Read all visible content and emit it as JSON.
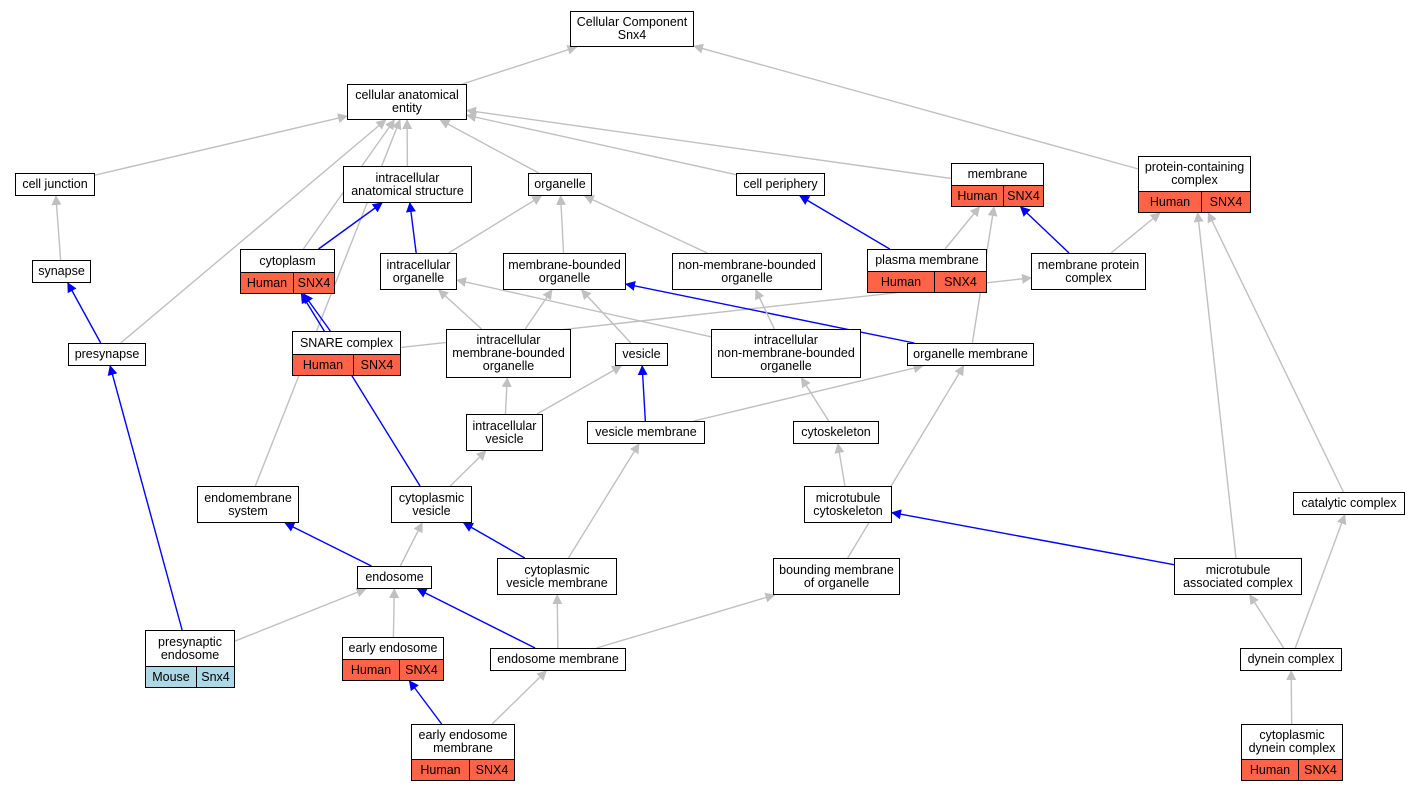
{
  "colors": {
    "human": "#ff6347",
    "mouse": "#add8e6",
    "edge_gray": "#c0c0c0",
    "edge_blue": "#0000ff"
  },
  "nodes": {
    "cc_root": {
      "lines": [
        "Cellular Component",
        "Snx4"
      ]
    },
    "cae": {
      "lines": [
        "cellular anatomical",
        "entity"
      ]
    },
    "cell_junction": {
      "lines": [
        "cell junction"
      ]
    },
    "ias": {
      "lines": [
        "intracellular",
        "anatomical structure"
      ]
    },
    "organelle": {
      "lines": [
        "organelle"
      ]
    },
    "cell_periphery": {
      "lines": [
        "cell periphery"
      ]
    },
    "membrane": {
      "lines": [
        "membrane"
      ],
      "anno": {
        "species": "Human",
        "gene": "SNX4"
      }
    },
    "pcc": {
      "lines": [
        "protein-containing",
        "complex"
      ],
      "anno": {
        "species": "Human",
        "gene": "SNX4"
      }
    },
    "synapse": {
      "lines": [
        "synapse"
      ]
    },
    "cytoplasm": {
      "lines": [
        "cytoplasm"
      ],
      "anno": {
        "species": "Human",
        "gene": "SNX4"
      }
    },
    "intra_org": {
      "lines": [
        "intracellular",
        "organelle"
      ]
    },
    "mbo": {
      "lines": [
        "membrane-bounded",
        "organelle"
      ]
    },
    "nmbo": {
      "lines": [
        "non-membrane-bounded",
        "organelle"
      ]
    },
    "plasma_membrane": {
      "lines": [
        "plasma membrane"
      ],
      "anno": {
        "species": "Human",
        "gene": "SNX4"
      }
    },
    "mpc": {
      "lines": [
        "membrane protein",
        "complex"
      ]
    },
    "presynapse": {
      "lines": [
        "presynapse"
      ]
    },
    "snare": {
      "lines": [
        "SNARE complex"
      ],
      "anno": {
        "species": "Human",
        "gene": "SNX4"
      }
    },
    "imbo": {
      "lines": [
        "intracellular",
        "membrane-bounded",
        "organelle"
      ]
    },
    "vesicle": {
      "lines": [
        "vesicle"
      ]
    },
    "inmbo": {
      "lines": [
        "intracellular",
        "non-membrane-bounded",
        "organelle"
      ]
    },
    "org_membrane": {
      "lines": [
        "organelle membrane"
      ]
    },
    "intra_vesicle": {
      "lines": [
        "intracellular",
        "vesicle"
      ]
    },
    "vesicle_membrane": {
      "lines": [
        "vesicle membrane"
      ]
    },
    "cytoskeleton": {
      "lines": [
        "cytoskeleton"
      ]
    },
    "endomembrane": {
      "lines": [
        "endomembrane",
        "system"
      ]
    },
    "cyto_vesicle": {
      "lines": [
        "cytoplasmic",
        "vesicle"
      ]
    },
    "mt_cyto": {
      "lines": [
        "microtubule",
        "cytoskeleton"
      ]
    },
    "catalytic": {
      "lines": [
        "catalytic complex"
      ]
    },
    "endosome": {
      "lines": [
        "endosome"
      ]
    },
    "cvm": {
      "lines": [
        "cytoplasmic",
        "vesicle membrane"
      ]
    },
    "bmo": {
      "lines": [
        "bounding membrane",
        "of organelle"
      ]
    },
    "mac": {
      "lines": [
        "microtubule",
        "associated complex"
      ]
    },
    "presyn_endo": {
      "lines": [
        "presynaptic",
        "endosome"
      ],
      "anno": {
        "species": "Mouse",
        "gene": "Snx4"
      }
    },
    "early_endo": {
      "lines": [
        "early endosome"
      ],
      "anno": {
        "species": "Human",
        "gene": "SNX4"
      }
    },
    "endo_membrane": {
      "lines": [
        "endosome membrane"
      ]
    },
    "dynein": {
      "lines": [
        "dynein complex"
      ]
    },
    "eem": {
      "lines": [
        "early endosome",
        "membrane"
      ],
      "anno": {
        "species": "Human",
        "gene": "SNX4"
      }
    },
    "cdc": {
      "lines": [
        "cytoplasmic",
        "dynein complex"
      ],
      "anno": {
        "species": "Human",
        "gene": "SNX4"
      }
    }
  },
  "edges": [
    [
      "cae",
      "cc_root",
      "gray"
    ],
    [
      "pcc",
      "cc_root",
      "gray"
    ],
    [
      "cell_junction",
      "cae",
      "gray"
    ],
    [
      "ias",
      "cae",
      "gray"
    ],
    [
      "organelle",
      "cae",
      "gray"
    ],
    [
      "cell_periphery",
      "cae",
      "gray"
    ],
    [
      "membrane",
      "cae",
      "gray"
    ],
    [
      "cytoplasm",
      "cae",
      "gray"
    ],
    [
      "presynapse",
      "cae",
      "gray"
    ],
    [
      "endomembrane",
      "cae",
      "gray"
    ],
    [
      "synapse",
      "cell_junction",
      "gray"
    ],
    [
      "presynapse",
      "synapse",
      "blue"
    ],
    [
      "cytoplasm",
      "ias",
      "blue"
    ],
    [
      "intra_org",
      "ias",
      "blue"
    ],
    [
      "intra_org",
      "organelle",
      "gray"
    ],
    [
      "mbo",
      "organelle",
      "gray"
    ],
    [
      "nmbo",
      "organelle",
      "gray"
    ],
    [
      "plasma_membrane",
      "cell_periphery",
      "blue"
    ],
    [
      "plasma_membrane",
      "membrane",
      "gray"
    ],
    [
      "mpc",
      "membrane",
      "blue"
    ],
    [
      "org_membrane",
      "membrane",
      "gray"
    ],
    [
      "mpc",
      "pcc",
      "gray"
    ],
    [
      "mac",
      "pcc",
      "gray"
    ],
    [
      "catalytic",
      "pcc",
      "gray"
    ],
    [
      "snare",
      "cytoplasm",
      "blue"
    ],
    [
      "snare",
      "mpc",
      "gray"
    ],
    [
      "cyto_vesicle",
      "cytoplasm",
      "blue"
    ],
    [
      "imbo",
      "intra_org",
      "gray"
    ],
    [
      "imbo",
      "mbo",
      "gray"
    ],
    [
      "vesicle",
      "mbo",
      "gray"
    ],
    [
      "org_membrane",
      "mbo",
      "blue"
    ],
    [
      "inmbo",
      "nmbo",
      "gray"
    ],
    [
      "inmbo",
      "intra_org",
      "gray"
    ],
    [
      "presyn_endo",
      "presynapse",
      "blue"
    ],
    [
      "intra_vesicle",
      "imbo",
      "gray"
    ],
    [
      "intra_vesicle",
      "vesicle",
      "gray"
    ],
    [
      "vesicle_membrane",
      "vesicle",
      "blue"
    ],
    [
      "vesicle_membrane",
      "org_membrane",
      "gray"
    ],
    [
      "cytoskeleton",
      "inmbo",
      "gray"
    ],
    [
      "bmo",
      "org_membrane",
      "gray"
    ],
    [
      "cyto_vesicle",
      "intra_vesicle",
      "gray"
    ],
    [
      "cvm",
      "vesicle_membrane",
      "gray"
    ],
    [
      "mt_cyto",
      "cytoskeleton",
      "gray"
    ],
    [
      "mac",
      "mt_cyto",
      "blue"
    ],
    [
      "endosome",
      "endomembrane",
      "blue"
    ],
    [
      "endosome",
      "cyto_vesicle",
      "gray"
    ],
    [
      "cvm",
      "cyto_vesicle",
      "blue"
    ],
    [
      "dynein",
      "mac",
      "gray"
    ],
    [
      "dynein",
      "catalytic",
      "gray"
    ],
    [
      "presyn_endo",
      "endosome",
      "gray"
    ],
    [
      "early_endo",
      "endosome",
      "gray"
    ],
    [
      "endo_membrane",
      "endosome",
      "blue"
    ],
    [
      "endo_membrane",
      "cvm",
      "gray"
    ],
    [
      "endo_membrane",
      "bmo",
      "gray"
    ],
    [
      "eem",
      "early_endo",
      "blue"
    ],
    [
      "eem",
      "endo_membrane",
      "gray"
    ],
    [
      "cdc",
      "dynein",
      "gray"
    ]
  ]
}
